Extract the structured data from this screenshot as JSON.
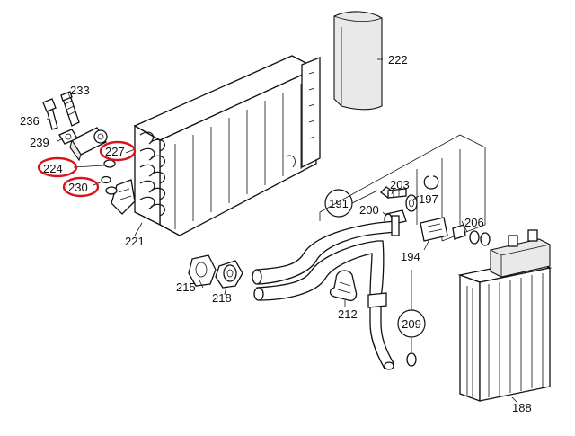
{
  "diagram": {
    "highlight_color": "#d8141b",
    "labels": {
      "p222": "222",
      "p233": "233",
      "p236": "236",
      "p239": "239",
      "p227": "227",
      "p224": "224",
      "p230": "230",
      "p221": "221",
      "p191": "191",
      "p203": "203",
      "p197": "197",
      "p200": "200",
      "p206": "206",
      "p194": "194",
      "p215": "215",
      "p218": "218",
      "p212": "212",
      "p209": "209",
      "p188": "188"
    }
  }
}
